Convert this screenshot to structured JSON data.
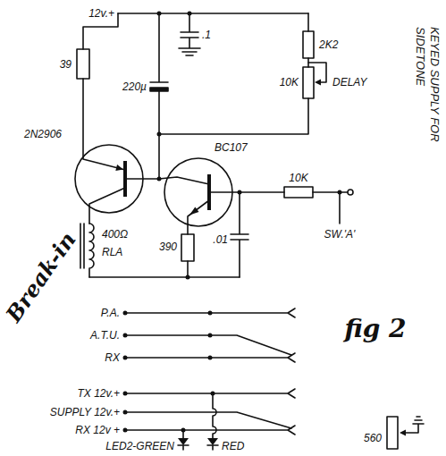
{
  "diagram": {
    "labels": [
      "12v.+",
      ".1",
      "39",
      "220µ",
      "2K2",
      "10K",
      "DELAY",
      "KEYED SUPPLY FOR SIDETONE",
      "2N2906",
      "BC107",
      "400Ω",
      "RLA",
      "390",
      ".01",
      "10K",
      "SW.'A'",
      "Break-in",
      "fig 2",
      "P.A.",
      "A.T.U.",
      "RX",
      "TX 12v.+",
      "SUPPLY 12v.+",
      "RX 12v +",
      "LED2-GREEN",
      "RED",
      "560"
    ]
  }
}
